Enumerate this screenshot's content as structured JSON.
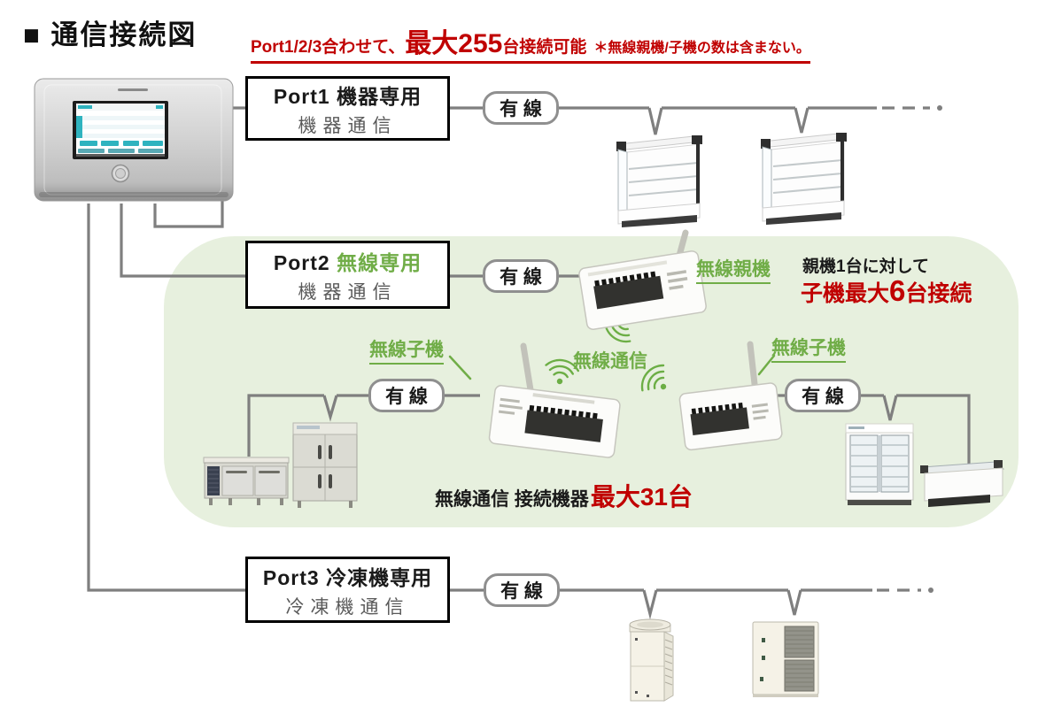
{
  "title": "■ 通信接続図",
  "header_note": {
    "prefix": "Port1/2/3合わせて、",
    "max": "最大255",
    "unit": "台接続可能",
    "caveat": "＊無線親機/子機の数は含まない。"
  },
  "ports": [
    {
      "name_black": "Port1 機器専用",
      "name_green": "",
      "subtitle": "機器通信"
    },
    {
      "name_black": "Port2 ",
      "name_green": "無線専用",
      "subtitle": "機器通信"
    },
    {
      "name_black": "Port3 冷凍機専用",
      "name_green": "",
      "subtitle": "冷凍機通信"
    }
  ],
  "labels": {
    "wired": "有 線",
    "wireless_parent": "無線親機",
    "wireless_child": "無線子機",
    "wireless_comm": "無線通信"
  },
  "annotations": {
    "parent_capacity_line1": "親機1台に対して",
    "parent_capacity_prefix": "子機最大",
    "parent_capacity_big": "6",
    "parent_capacity_suffix": "台接続",
    "wireless_max_prefix": "無線通信 接続機器",
    "wireless_max_big": "最大31台"
  },
  "devices": {
    "controller": "central-controller",
    "showcase": "open-showcase",
    "wireless_parent_unit": "wireless-parent-unit",
    "wireless_child_unit": "wireless-child-unit",
    "undercounter_fridge": "undercounter-refrigerator",
    "upright_fridge": "upright-refrigerator",
    "glass_door_fridge": "glass-door-showcase",
    "island_freezer": "island-freezer",
    "condensing_unit": "condensing-unit"
  },
  "colors": {
    "red": "#C00000",
    "green_text": "#70AD47",
    "green_bg": "#E7F0DE",
    "wire_gray": "#7F7F7F"
  }
}
